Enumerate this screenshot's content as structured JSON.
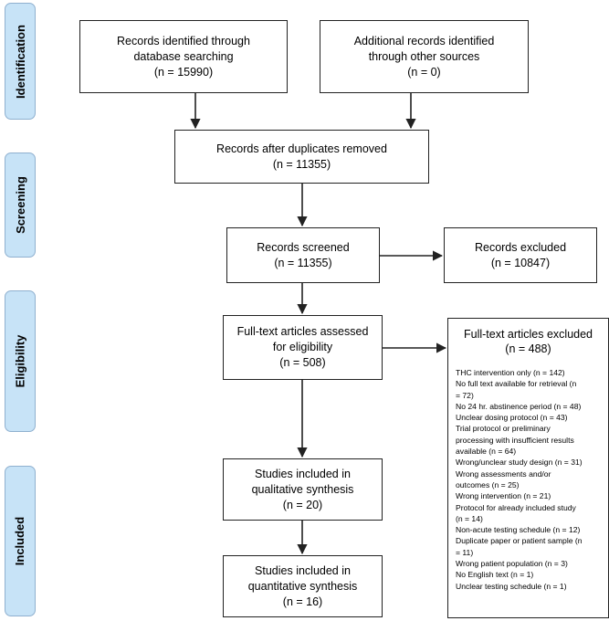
{
  "phases": {
    "identification": "Identification",
    "screening": "Screening",
    "eligibility": "Eligibility",
    "included": "Included"
  },
  "boxes": {
    "db_search": [
      "Records identified through",
      "database searching",
      "(n = 15990)"
    ],
    "other_sources": [
      "Additional records identified",
      "through other sources",
      "(n = 0)"
    ],
    "after_duplicates": [
      "Records after duplicates removed",
      "(n = 11355)"
    ],
    "screened": [
      "Records screened",
      "(n =  11355)"
    ],
    "excluded": [
      "Records excluded",
      "(n =  10847)"
    ],
    "fulltext_assessed": [
      "Full-text articles assessed",
      "for eligibility",
      "(n =  508)"
    ],
    "qualitative": [
      "Studies included in",
      "qualitative synthesis",
      "(n =  20)"
    ],
    "quantitative": [
      "Studies included in",
      "quantitative synthesis",
      "(n =  16)"
    ]
  },
  "fulltext_excluded": {
    "title": "Full-text articles excluded",
    "count": "(n =  488)",
    "reasons": [
      "THC intervention only (n = 142)",
      "No full text available for retrieval (n",
      "= 72)",
      "No 24 hr. abstinence period (n = 48)",
      "Unclear dosing protocol (n = 43)",
      "Trial protocol or preliminary",
      "processing with insufficient results",
      "available (n = 64)",
      "Wrong/unclear study design (n = 31)",
      "Wrong assessments and/or",
      "outcomes (n = 25)",
      "Wrong intervention (n = 21)",
      "Protocol for already included study",
      "(n = 14)",
      "Non-acute testing schedule (n = 12)",
      "Duplicate paper or patient sample (n",
      "= 11)",
      "Wrong patient population (n = 3)",
      "No English text (n = 1)",
      "Unclear testing schedule (n = 1)"
    ]
  },
  "colors": {
    "phase_fill": "#c7e3f7",
    "phase_border": "#8fb0cf",
    "line": "#222222"
  }
}
